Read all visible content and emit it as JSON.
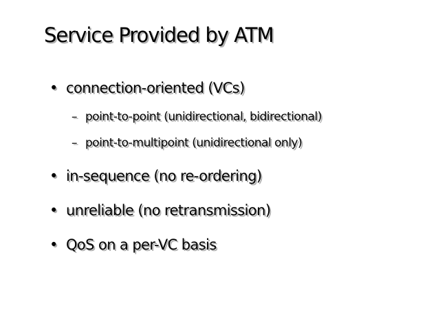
{
  "slide": {
    "title": "Service Provided by ATM",
    "bullet_symbol": "•",
    "sub_symbol": "–",
    "bullets": [
      {
        "text": "connection-oriented (VCs)"
      },
      {
        "text": "in-sequence (no re-ordering)"
      },
      {
        "text": "unreliable (no retransmission)"
      },
      {
        "text": "QoS on a per-VC basis"
      }
    ],
    "sub_bullets": [
      {
        "text": "point-to-point (unidirectional, bidirectional)"
      },
      {
        "text": "point-to-multipoint (unidirectional only)"
      }
    ]
  }
}
